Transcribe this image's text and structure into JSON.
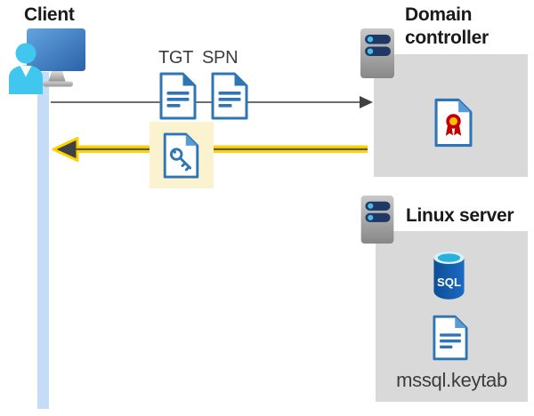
{
  "client": {
    "label": "Client"
  },
  "tickets": {
    "tgt_label": "TGT",
    "spn_label": "SPN"
  },
  "domain_controller": {
    "label": "Domain\ncontroller"
  },
  "linux_server": {
    "label": "Linux server",
    "sql_text": "SQL",
    "keytab_label": "mssql.keytab"
  },
  "colors": {
    "title_text": "#1A1A1A",
    "label_text": "#3C3C3C",
    "panel_gray": "#D9D9D9",
    "highlight_yellow": "#FBF3CF",
    "bar_blue": "#C4DCF5",
    "doc_blue": "#2E75B6",
    "fold_blue": "#5B9BD5",
    "arrow_gray": "#58595B",
    "arrowhead_dark": "#414042",
    "arrow_yellow": "#FFD200",
    "person_cyan": "#41C6EF",
    "server_navy": "#1F3864",
    "server_dot_cyan": "#45BEEA",
    "ribbon_red": "#C00000",
    "ribbon_yellow": "#FFC000",
    "sql_top_ring": "#D8F1FA",
    "sql_top_inner": "#2BAFDD"
  }
}
